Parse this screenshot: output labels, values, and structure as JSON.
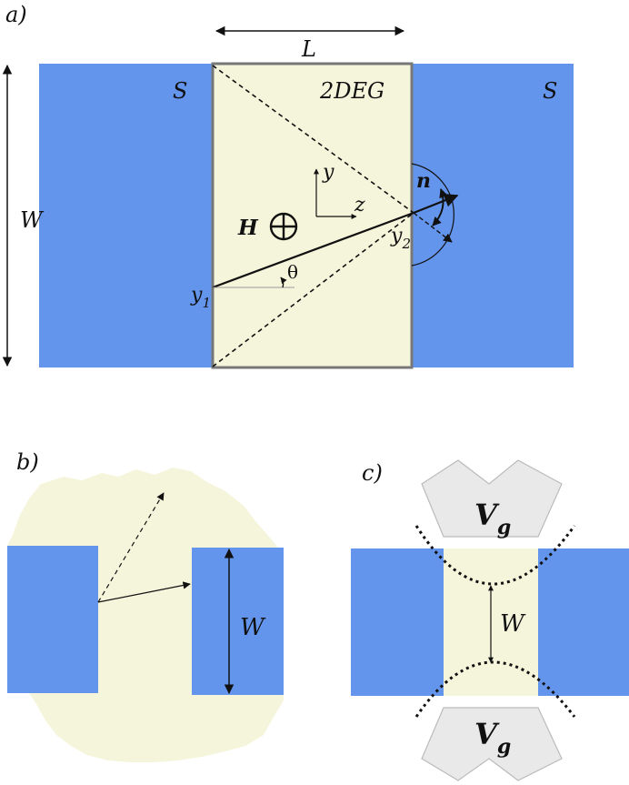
{
  "panel_a": {
    "label": "a)",
    "length_label": "L",
    "width_label": "W",
    "super_left": "S",
    "super_right": "S",
    "region_label": "2DEG",
    "field_label": "H",
    "axis_y": "y",
    "axis_z": "z",
    "point_1": "y",
    "point_1_sub": "1",
    "point_2": "y",
    "point_2_sub": "2",
    "normal_label": "n",
    "angle_label": "θ"
  },
  "panel_b": {
    "label": "b)",
    "width_label": "W"
  },
  "panel_c": {
    "label": "c)",
    "width_label": "W",
    "gate_top": "V",
    "gate_top_sub": "g",
    "gate_bottom": "V",
    "gate_bottom_sub": "g"
  },
  "colors": {
    "superconductor": "#6495ed",
    "two_deg": "#f5f5dc",
    "gate": "#e9e9e9",
    "frame": "#777777",
    "ink": "#111111"
  }
}
